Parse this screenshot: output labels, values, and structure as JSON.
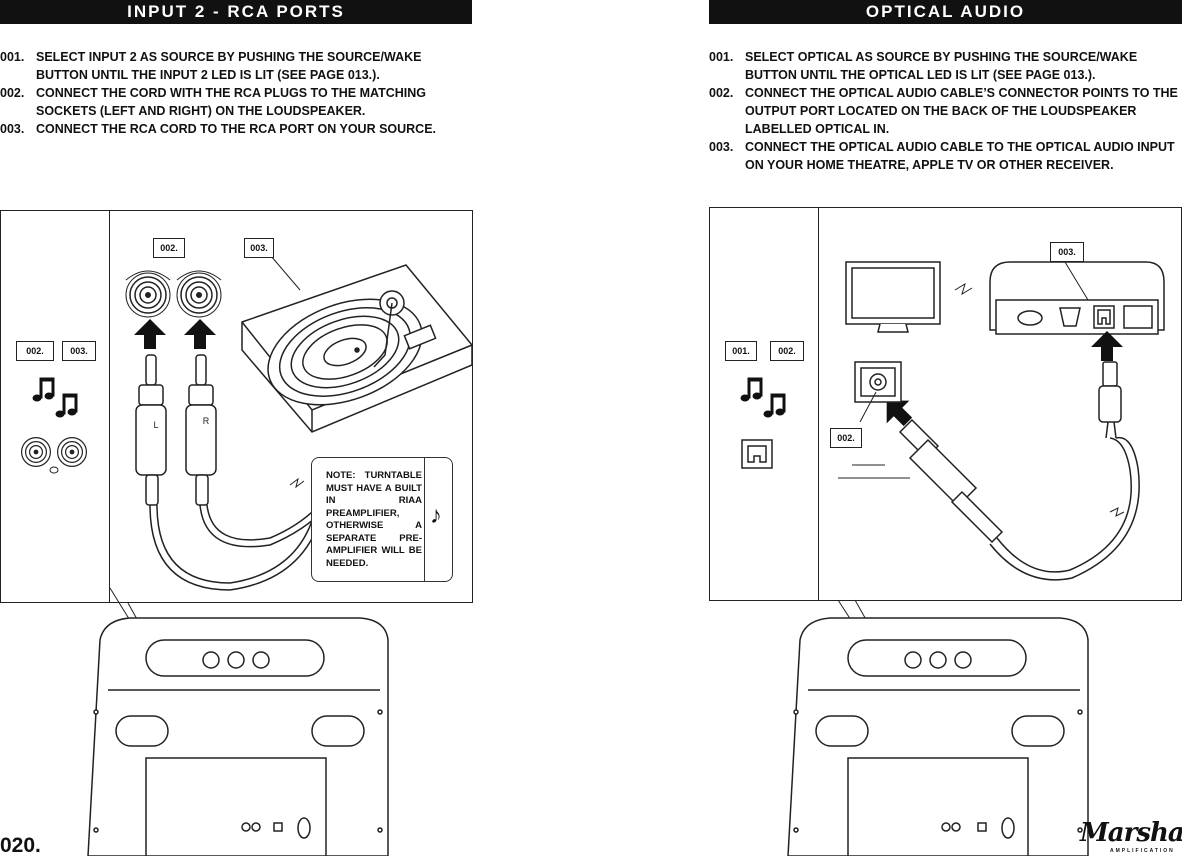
{
  "left": {
    "title": "INPUT 2 - RCA PORTS",
    "steps": [
      {
        "num": "001.",
        "text": "SELECT INPUT 2 AS SOURCE BY PUSHING THE SOURCE/WAKE BUTTON UNTIL THE INPUT 2 LED IS LIT (SEE PAGE 013.)."
      },
      {
        "num": "002.",
        "text": "CONNECT THE CORD WITH THE RCA PLUGS TO THE MATCHING SOCKETS (LEFT AND RIGHT) ON THE LOUDSPEAKER."
      },
      {
        "num": "003.",
        "text": "CONNECT THE RCA CORD TO THE RCA PORT ON YOUR SOURCE."
      }
    ],
    "badges": {
      "side_a": "002.",
      "side_b": "003.",
      "top_a": "002.",
      "top_b": "003."
    },
    "plug_labels": {
      "left": "L",
      "right": "R"
    },
    "note": "NOTE: TURNTABLE MUST HAVE A BUILT IN RIAA PREAMPLIFIER, OTHERWISE A SEPARATE PRE-AMPLIFIER WILL BE NEEDED.",
    "page_number": "020."
  },
  "right": {
    "title": "OPTICAL AUDIO",
    "steps": [
      {
        "num": "001.",
        "text": "SELECT OPTICAL AS SOURCE BY PUSHING THE SOURCE/WAKE BUTTON UNTIL THE OPTICAL LED IS LIT (SEE PAGE 013.)."
      },
      {
        "num": "002.",
        "text": "CONNECT THE OPTICAL AUDIO CABLE’S CONNECTOR POINTS TO THE OUTPUT PORT LOCATED ON THE BACK OF THE LOUDSPEAKER LABELLED OPTICAL IN."
      },
      {
        "num": "003.",
        "text": "CONNECT THE OPTICAL AUDIO CABLE TO THE OPTICAL AUDIO INPUT ON YOUR HOME THEATRE, APPLE TV OR OTHER RECEIVER."
      }
    ],
    "badges": {
      "side_a": "001.",
      "side_b": "002.",
      "port": "002.",
      "device": "003."
    }
  },
  "logo": {
    "brand": "Marshall",
    "tagline": "AMPLIFICATION"
  },
  "icons": [
    "music-notes-icon",
    "rca-socket-icon",
    "optical-port-icon",
    "arrow-up-icon",
    "music-note-icon"
  ]
}
